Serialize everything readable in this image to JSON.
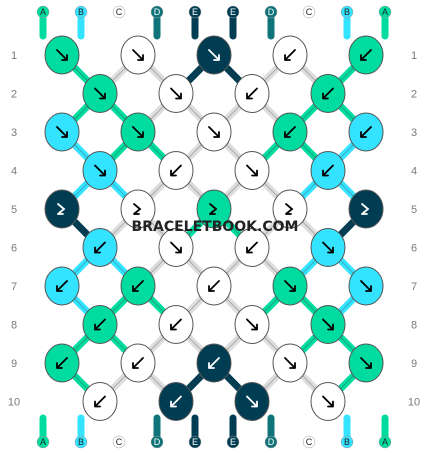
{
  "watermark": "BRACELETBOOK.COM",
  "colors": {
    "A": "#00dca0",
    "B": "#33e3ff",
    "C": "#ffffff",
    "D": "#0e7479",
    "E": "#003d53"
  },
  "strands_top": [
    "A",
    "B",
    "C",
    "D",
    "E",
    "E",
    "D",
    "C",
    "B",
    "A"
  ],
  "strands_bottom": [
    "A",
    "B",
    "C",
    "D",
    "E",
    "E",
    "D",
    "C",
    "B",
    "A"
  ],
  "rows": [
    {
      "label": "1",
      "knots": [
        {
          "c": "A",
          "d": "f"
        },
        {
          "c": "C",
          "d": "f"
        },
        {
          "c": "E",
          "d": "f"
        },
        {
          "c": "C",
          "d": "b"
        },
        {
          "c": "A",
          "d": "b"
        }
      ]
    },
    {
      "label": "2",
      "knots": [
        {
          "c": "A",
          "d": "f"
        },
        {
          "c": "C",
          "d": "f"
        },
        {
          "c": "C",
          "d": "b"
        },
        {
          "c": "A",
          "d": "b"
        }
      ]
    },
    {
      "label": "3",
      "knots": [
        {
          "c": "B",
          "d": "f"
        },
        {
          "c": "A",
          "d": "f"
        },
        {
          "c": "C",
          "d": "f"
        },
        {
          "c": "A",
          "d": "b"
        },
        {
          "c": "B",
          "d": "b"
        }
      ]
    },
    {
      "label": "4",
      "knots": [
        {
          "c": "B",
          "d": "f"
        },
        {
          "c": "C",
          "d": "b"
        },
        {
          "c": "C",
          "d": "f"
        },
        {
          "c": "B",
          "d": "b"
        }
      ]
    },
    {
      "label": "5",
      "knots": [
        {
          "c": "E",
          "d": "fb"
        },
        {
          "c": "C",
          "d": "fb"
        },
        {
          "c": "A",
          "d": "fb"
        },
        {
          "c": "C",
          "d": "fb"
        },
        {
          "c": "E",
          "d": "fb"
        }
      ]
    },
    {
      "label": "6",
      "knots": [
        {
          "c": "B",
          "d": "b"
        },
        {
          "c": "C",
          "d": "f"
        },
        {
          "c": "C",
          "d": "b"
        },
        {
          "c": "B",
          "d": "f"
        }
      ]
    },
    {
      "label": "7",
      "knots": [
        {
          "c": "B",
          "d": "b"
        },
        {
          "c": "A",
          "d": "b"
        },
        {
          "c": "C",
          "d": "b"
        },
        {
          "c": "A",
          "d": "f"
        },
        {
          "c": "B",
          "d": "f"
        }
      ]
    },
    {
      "label": "8",
      "knots": [
        {
          "c": "A",
          "d": "b"
        },
        {
          "c": "C",
          "d": "b"
        },
        {
          "c": "C",
          "d": "f"
        },
        {
          "c": "A",
          "d": "f"
        }
      ]
    },
    {
      "label": "9",
      "knots": [
        {
          "c": "A",
          "d": "b"
        },
        {
          "c": "C",
          "d": "b"
        },
        {
          "c": "E",
          "d": "b"
        },
        {
          "c": "C",
          "d": "f"
        },
        {
          "c": "A",
          "d": "f"
        }
      ]
    },
    {
      "label": "10",
      "knots": [
        {
          "c": "C",
          "d": "b"
        },
        {
          "c": "E",
          "d": "b"
        },
        {
          "c": "E",
          "d": "f"
        },
        {
          "c": "C",
          "d": "f"
        }
      ]
    }
  ]
}
